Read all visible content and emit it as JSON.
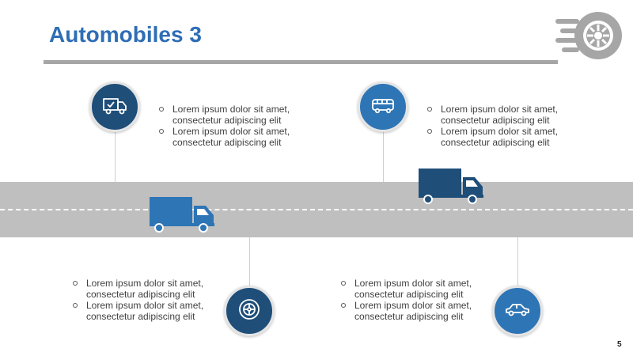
{
  "slide": {
    "title": "Automobiles 3",
    "page_number": "5"
  },
  "colors": {
    "dark_blue": "#1f4e79",
    "mid_blue": "#2e75b6",
    "road_gray": "#bfbfbf"
  },
  "milestones": [
    {
      "icon": "delivery-truck-icon",
      "bullets": [
        "Lorem ipsum dolor sit amet, consectetur adipiscing elit",
        "Lorem ipsum dolor sit amet, consectetur adipiscing elit"
      ]
    },
    {
      "icon": "bus-icon",
      "bullets": [
        "Lorem ipsum dolor sit amet, consectetur adipiscing elit",
        "Lorem ipsum dolor sit amet, consectetur adipiscing elit"
      ]
    },
    {
      "icon": "tire-icon",
      "bullets": [
        "Lorem ipsum dolor sit amet, consectetur adipiscing elit",
        "Lorem ipsum dolor sit amet, consectetur adipiscing elit"
      ]
    },
    {
      "icon": "car-icon",
      "bullets": [
        "Lorem ipsum dolor sit amet, consectetur adipiscing elit",
        "Lorem ipsum dolor sit amet, consectetur adipiscing elit"
      ]
    }
  ]
}
